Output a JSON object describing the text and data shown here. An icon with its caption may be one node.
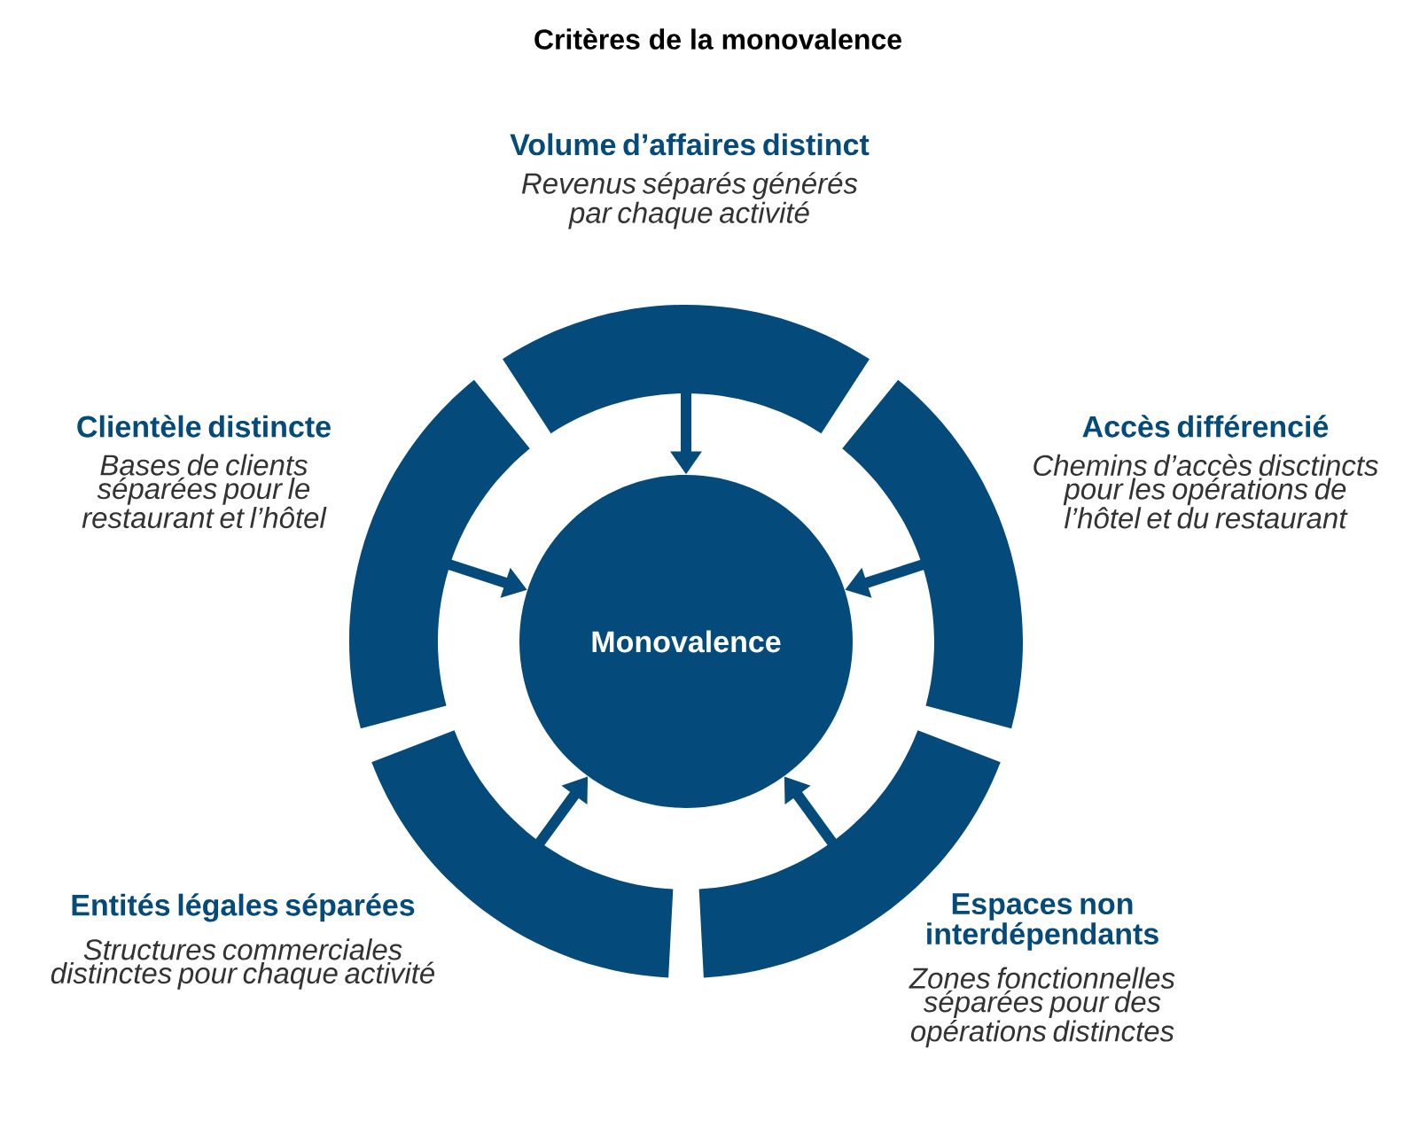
{
  "diagram": {
    "title": "Critères de la monovalence",
    "nodes": [
      {
        "text": [
          "Volume d’affaires distinct",
          "Revenus séparés générés par chaque activité"
        ]
      },
      {
        "text": [
          "Clientèle distincte",
          "Bases de clients séparées pour le restaurant et l’hôtel"
        ]
      },
      {
        "text": [
          "Accès différencié",
          "Chemins d’accès disctincts pour les opérations de l’hôtel et du restaurant"
        ]
      },
      {
        "text": [
          "Monovalence"
        ]
      },
      {
        "text": [
          "Entités légales séparées",
          "Structures commerciales distinctes pour chaque activité"
        ]
      },
      {
        "text": [
          "Espaces non interdépendants",
          "Zones fonctionnelles séparées pour des opérations distinctes"
        ]
      }
    ],
    "edges": [
      {
        "from": 0,
        "to": 3,
        "arrow": "to"
      },
      {
        "from": 1,
        "to": 3,
        "arrow": "to"
      },
      {
        "from": 2,
        "to": 3,
        "arrow": "to"
      },
      {
        "from": 4,
        "to": 3,
        "arrow": "to"
      },
      {
        "from": 5,
        "to": 3,
        "arrow": "to"
      }
    ]
  }
}
